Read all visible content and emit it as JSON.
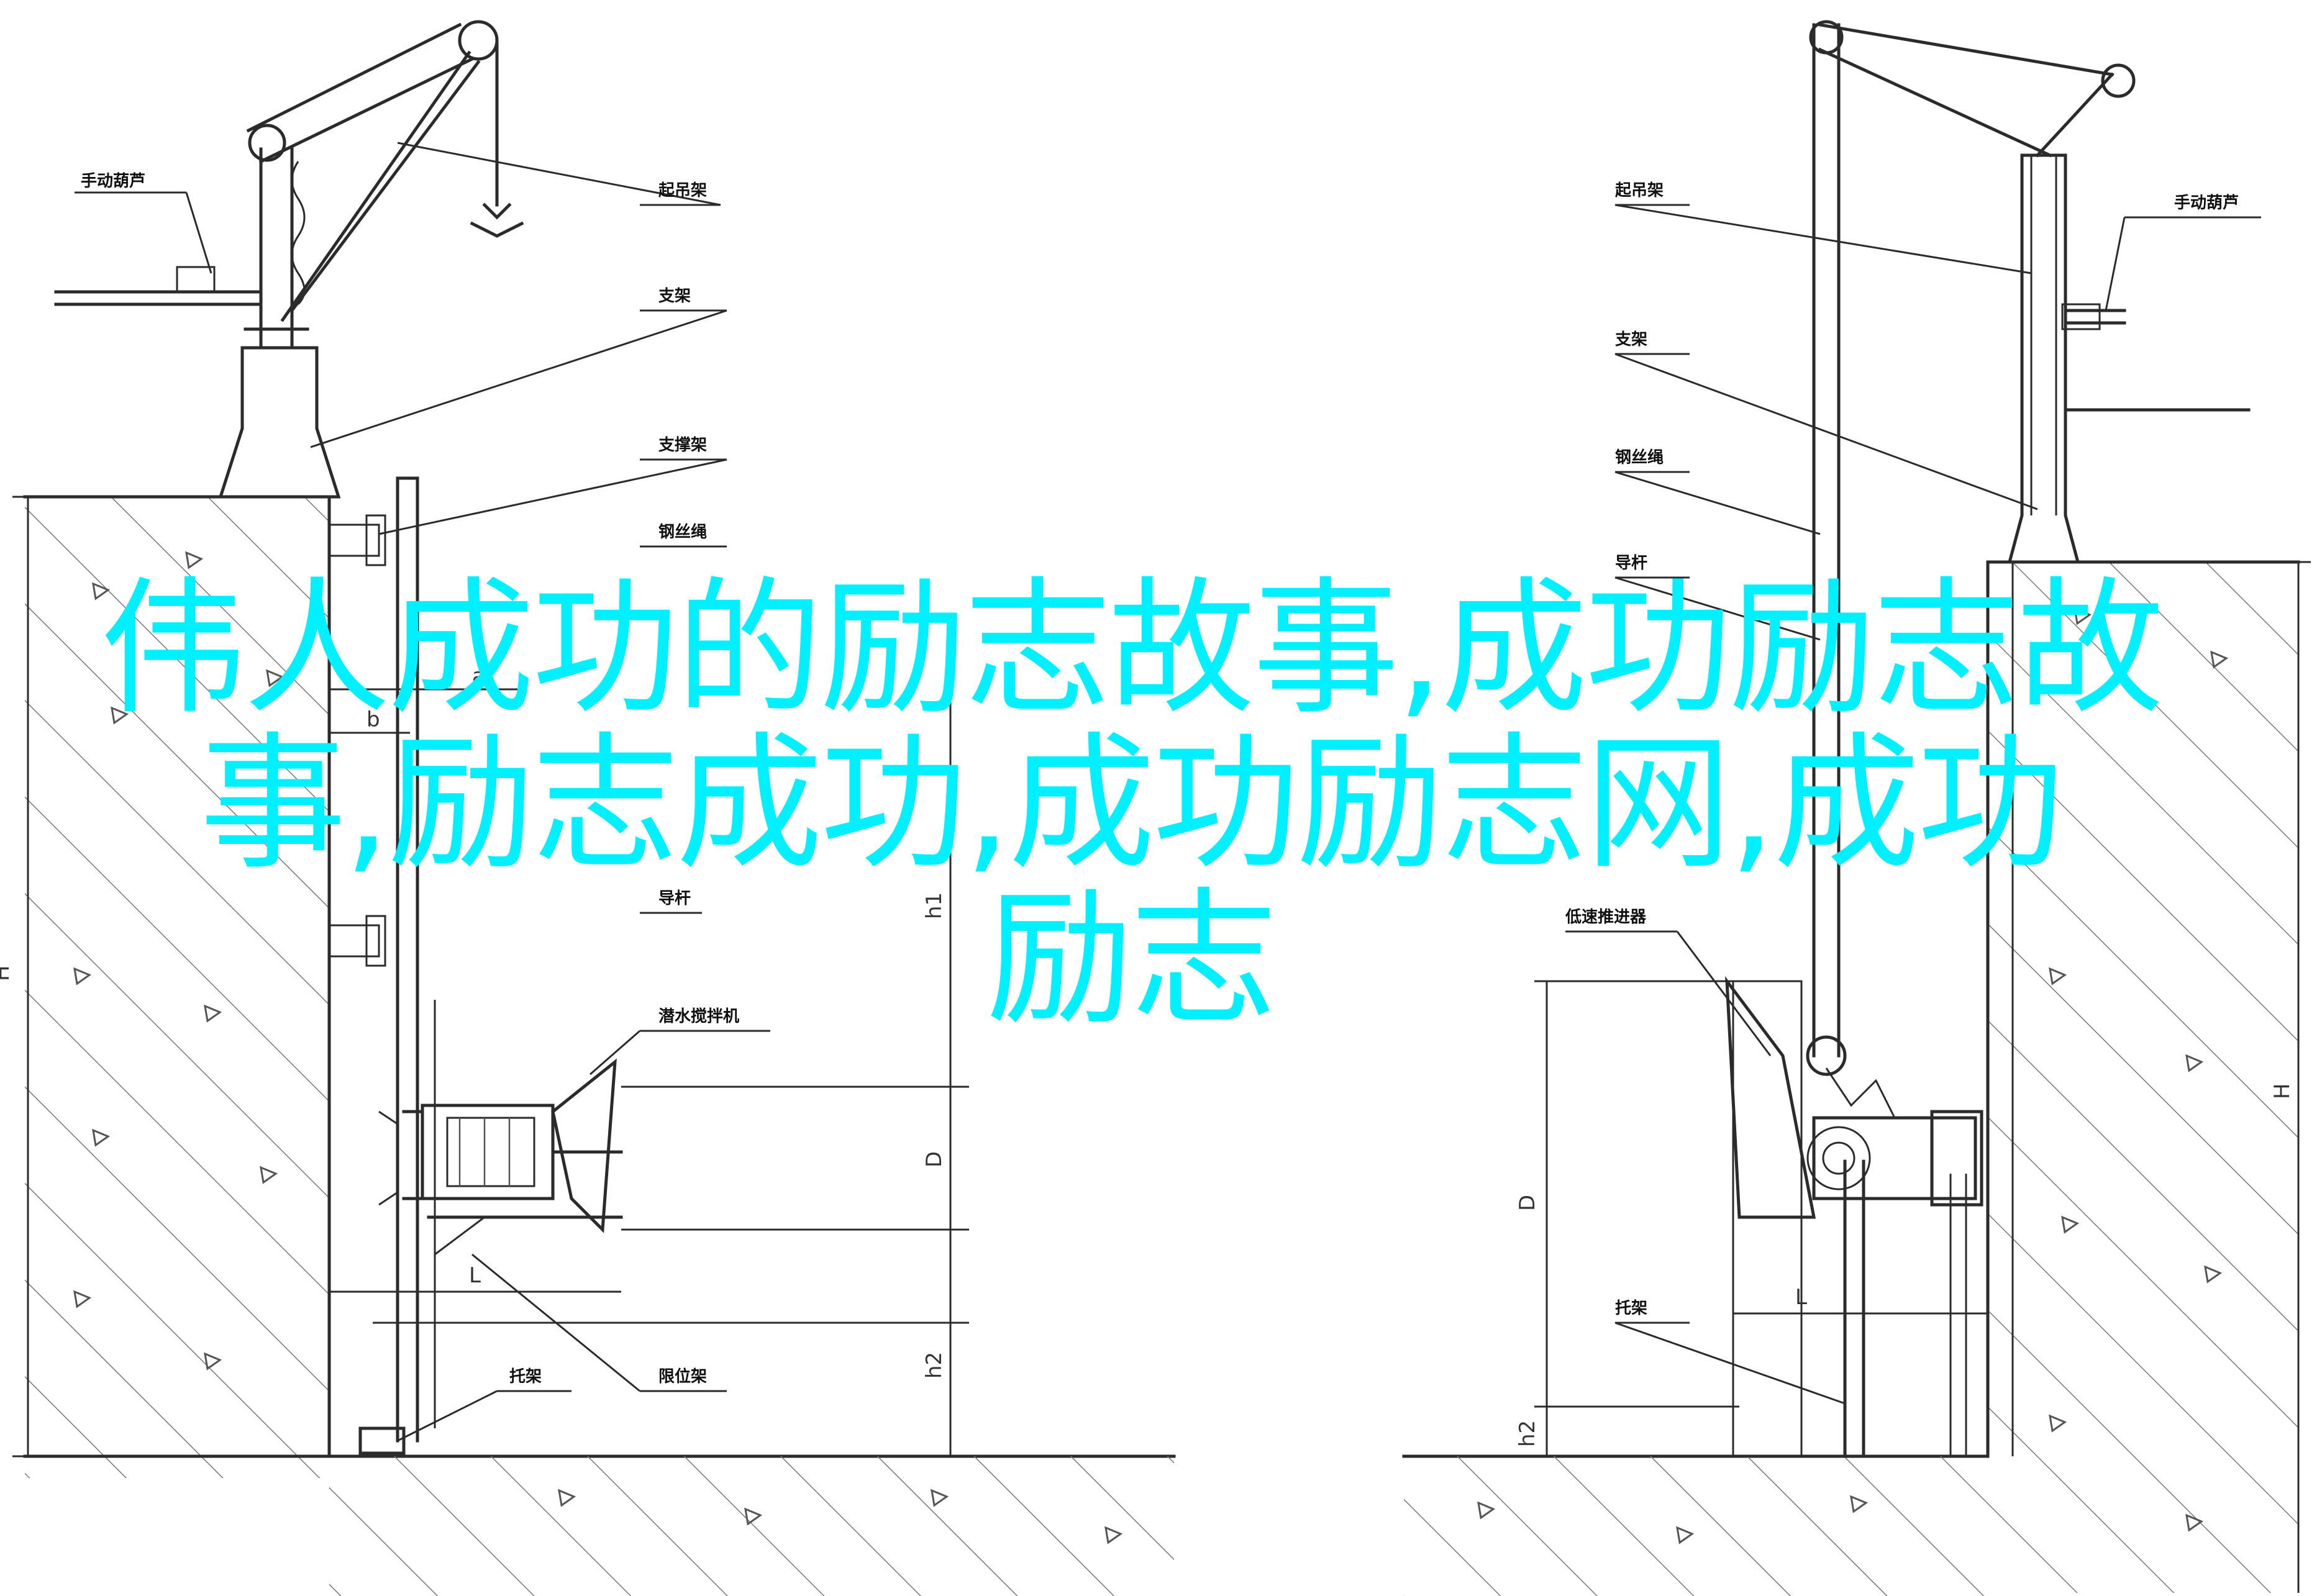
{
  "overlay": {
    "line1": "伟人成功的励志故事,成功励志故",
    "line2": "事,励志成功,成功励志网,成功",
    "line3": "励志"
  },
  "left_labels": {
    "hoist": "手动葫芦",
    "lifting_frame": "起吊架",
    "support": "支架",
    "bracket": "支撑架",
    "wire_rope": "钢丝绳",
    "guide_rod": "导杆",
    "mixer": "潜水搅拌机",
    "limit_frame": "限位架",
    "base": "托架"
  },
  "right_labels": {
    "lifting_frame": "起吊架",
    "hoist": "手动葫芦",
    "support": "支架",
    "wire_rope": "钢丝绳",
    "guide_rod": "导杆",
    "propeller": "低速推进器",
    "base": "托架"
  },
  "dimensions": {
    "H_left": "H",
    "a": "a",
    "b": "b",
    "h1": "h1",
    "D_left": "D",
    "L_left": "L",
    "h2_left": "h2",
    "H_right": "H",
    "D_right": "D",
    "L_right": "L",
    "h2_right": "h2"
  },
  "colors": {
    "overlay_text": "#00f0ff",
    "line": "#2b2b2b"
  }
}
